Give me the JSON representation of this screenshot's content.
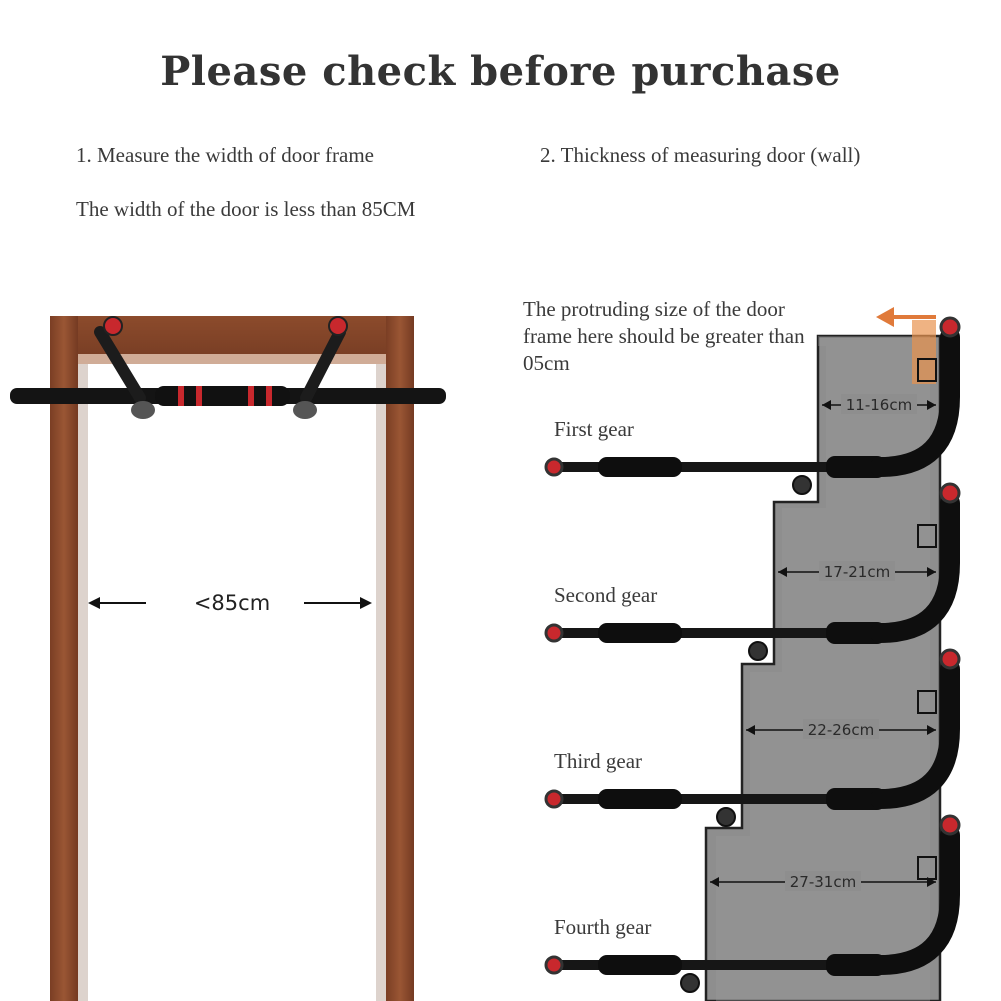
{
  "title": "Please check before purchase",
  "step1": {
    "heading": "1. Measure the width of door frame",
    "note": "The width of the door is less than 85CM",
    "width_label": "<85cm"
  },
  "step2": {
    "heading": "2. Thickness of measuring door (wall)",
    "note": "The protruding size of the door frame here should be greater than 05cm"
  },
  "gears": [
    {
      "label": "First gear",
      "range": "11-16cm"
    },
    {
      "label": "Second gear",
      "range": "17-21cm"
    },
    {
      "label": "Third gear",
      "range": "22-26cm"
    },
    {
      "label": "Fourth gear",
      "range": "27-31cm"
    }
  ],
  "colors": {
    "door_frame": "#8a4a2e",
    "wall": "#8e8e8e",
    "bar": "#141414",
    "accent_red": "#c8282d",
    "arrow_orange": "#e07a3a"
  }
}
